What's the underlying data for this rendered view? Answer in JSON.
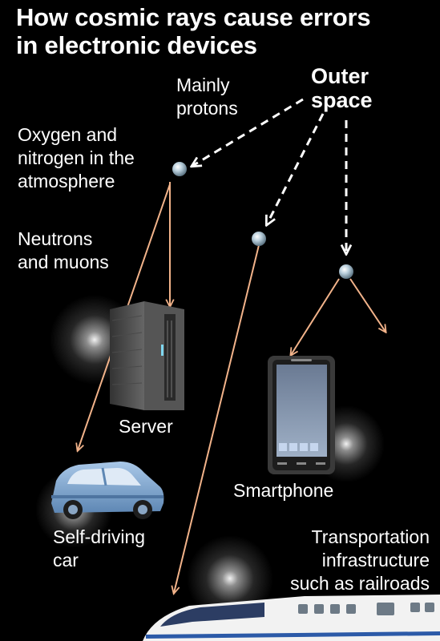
{
  "title": {
    "line1": "How cosmic rays cause errors",
    "line2": "in electronic devices"
  },
  "labels": {
    "outer_space": [
      "Outer",
      "space"
    ],
    "mainly_protons": [
      "Mainly",
      "protons"
    ],
    "atmosphere": [
      "Oxygen and",
      "nitrogen in the",
      "atmosphere"
    ],
    "neutrons_muons": [
      "Neutrons",
      "and muons"
    ],
    "server": "Server",
    "smartphone": "Smartphone",
    "car": [
      "Self-driving",
      "car"
    ],
    "transport": [
      "Transportation",
      "infrastructure",
      "such as railroads"
    ]
  },
  "colors": {
    "background": "#000000",
    "secondary_ray": "#f2b38a",
    "primary_ray": "#ffffff",
    "particle": "#9fb8c8"
  },
  "icons": [
    "server-icon",
    "smartphone-icon",
    "car-icon",
    "train-icon",
    "particle-icon",
    "glow-icon"
  ]
}
